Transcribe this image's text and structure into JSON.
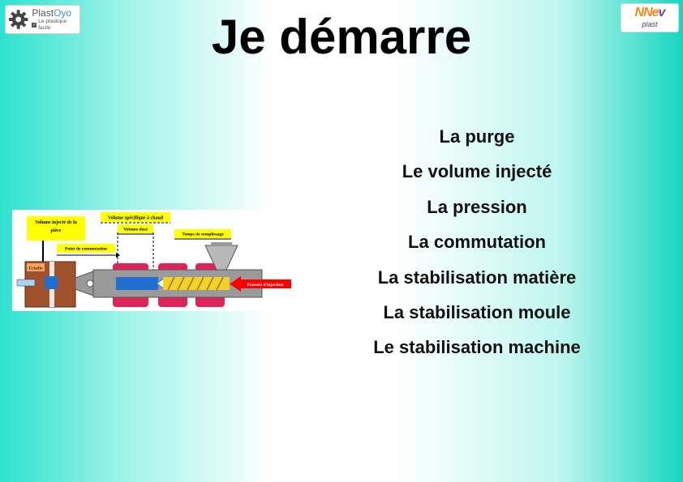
{
  "header": {
    "title": "Je démarre",
    "logo_left": {
      "name_part1": "Plast",
      "name_part2": "Oyo",
      "tagline": "Le plastique facile"
    },
    "logo_right": {
      "mark_part1": "NNe",
      "mark_part2": "v",
      "sub": "plast"
    }
  },
  "topics": [
    "La purge",
    "Le volume injecté",
    "La pression",
    "La commutation",
    "La stabilisation matière",
    "La stabilisation moule",
    "Le stabilisation machine"
  ],
  "diagram": {
    "labels": {
      "volume_injecte": "Volume injecté de la pièce",
      "volume_specifique": "Volume spécifique à chaud",
      "volume_dose": "Volume dosé",
      "temps_remplissage": "Temps de remplissage",
      "point_commutation": "Point de commutation",
      "poussee_injection": "Poussée d'injection",
      "echelle": "Echelle"
    },
    "colors": {
      "label_box": "#ffff00",
      "barrel_heater": "#e0245a",
      "mold": "#a0522d",
      "material": "#1f6fd1",
      "screw": "#f2d22a",
      "push_arrow": "#ff0000"
    }
  }
}
